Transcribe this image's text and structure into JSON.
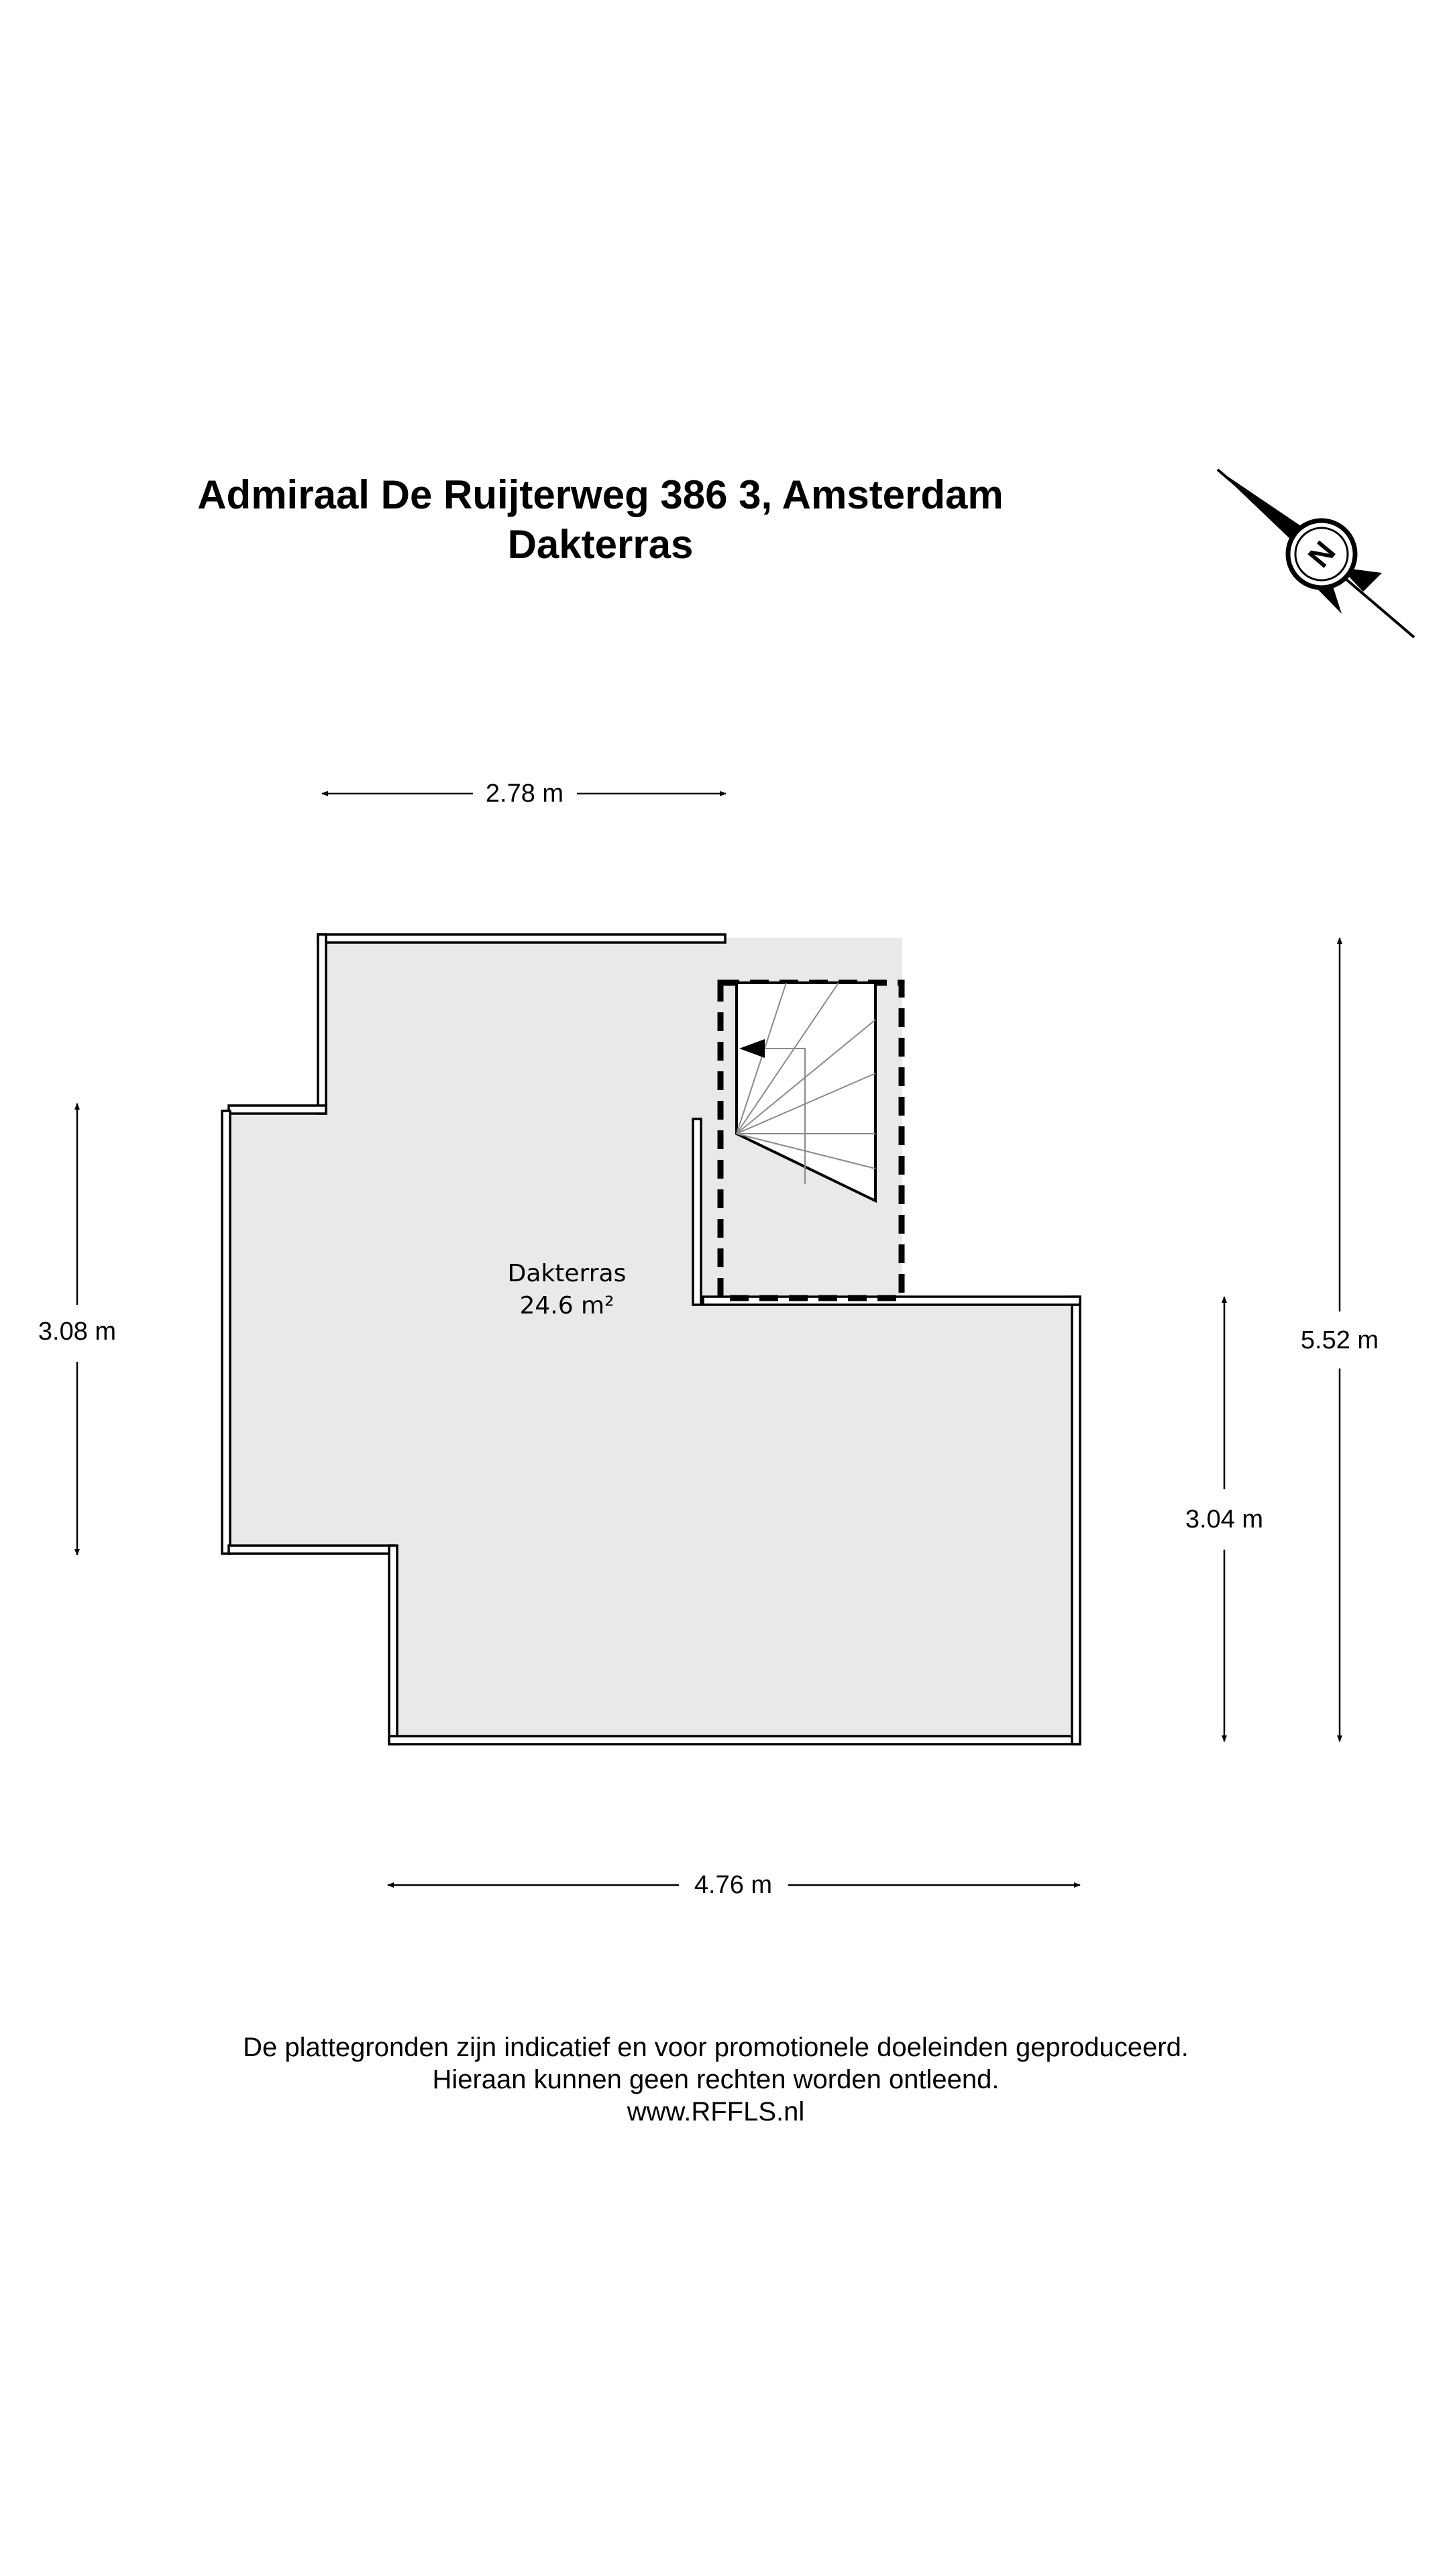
{
  "header": {
    "address": "Admiraal De Ruijterweg 386 3, Amsterdam",
    "floor": "Dakterras"
  },
  "compass": {
    "letter": "N"
  },
  "room": {
    "name": "Dakterras",
    "area": "24.6 m²"
  },
  "dimensions": {
    "top": "2.78 m",
    "left": "3.08 m",
    "right_inner": "3.04 m",
    "right_outer": "5.52 m",
    "bottom": "4.76 m"
  },
  "footer": {
    "line1": "De plattegronden zijn indicatief en voor promotionele doeleinden geproduceerd.",
    "line2": "Hieraan kunnen geen rechten worden ontleend.",
    "line3": "www.RFFLS.nl"
  },
  "colors": {
    "floor_fill": "#e9e9eb",
    "wall": "#000000",
    "stair_line": "#8a8a8a"
  }
}
